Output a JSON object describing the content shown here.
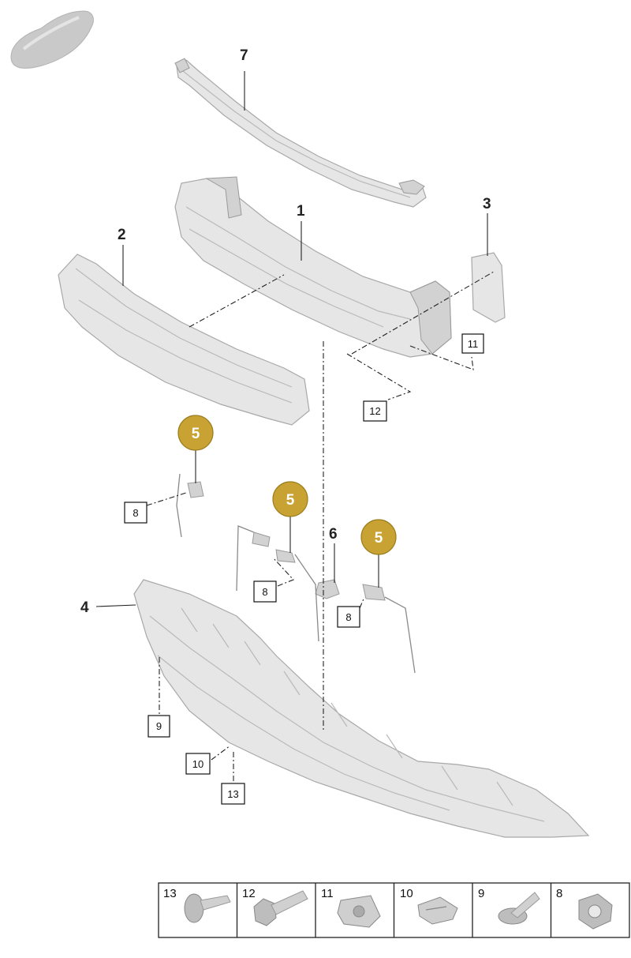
{
  "callouts": {
    "c1": "1",
    "c2": "2",
    "c3": "3",
    "c4": "4",
    "c6": "6",
    "c7": "7",
    "b8a": "8",
    "b8b": "8",
    "b8c": "8",
    "b9": "9",
    "b10": "10",
    "b11": "11",
    "b12": "12",
    "b13": "13",
    "s5a": "5",
    "s5b": "5",
    "s5c": "5"
  },
  "legend": {
    "cells": [
      {
        "label": "13",
        "icon": "bolt-flanged-icon"
      },
      {
        "label": "12",
        "icon": "hex-bolt-icon"
      },
      {
        "label": "11",
        "icon": "clip-nut-icon"
      },
      {
        "label": "10",
        "icon": "spring-clip-icon"
      },
      {
        "label": "9",
        "icon": "expansion-rivet-icon"
      },
      {
        "label": "8",
        "icon": "hex-nut-icon"
      }
    ]
  },
  "colors": {
    "highlight": "#c8a232",
    "part": "#e6e6e6",
    "line": "#222222"
  }
}
